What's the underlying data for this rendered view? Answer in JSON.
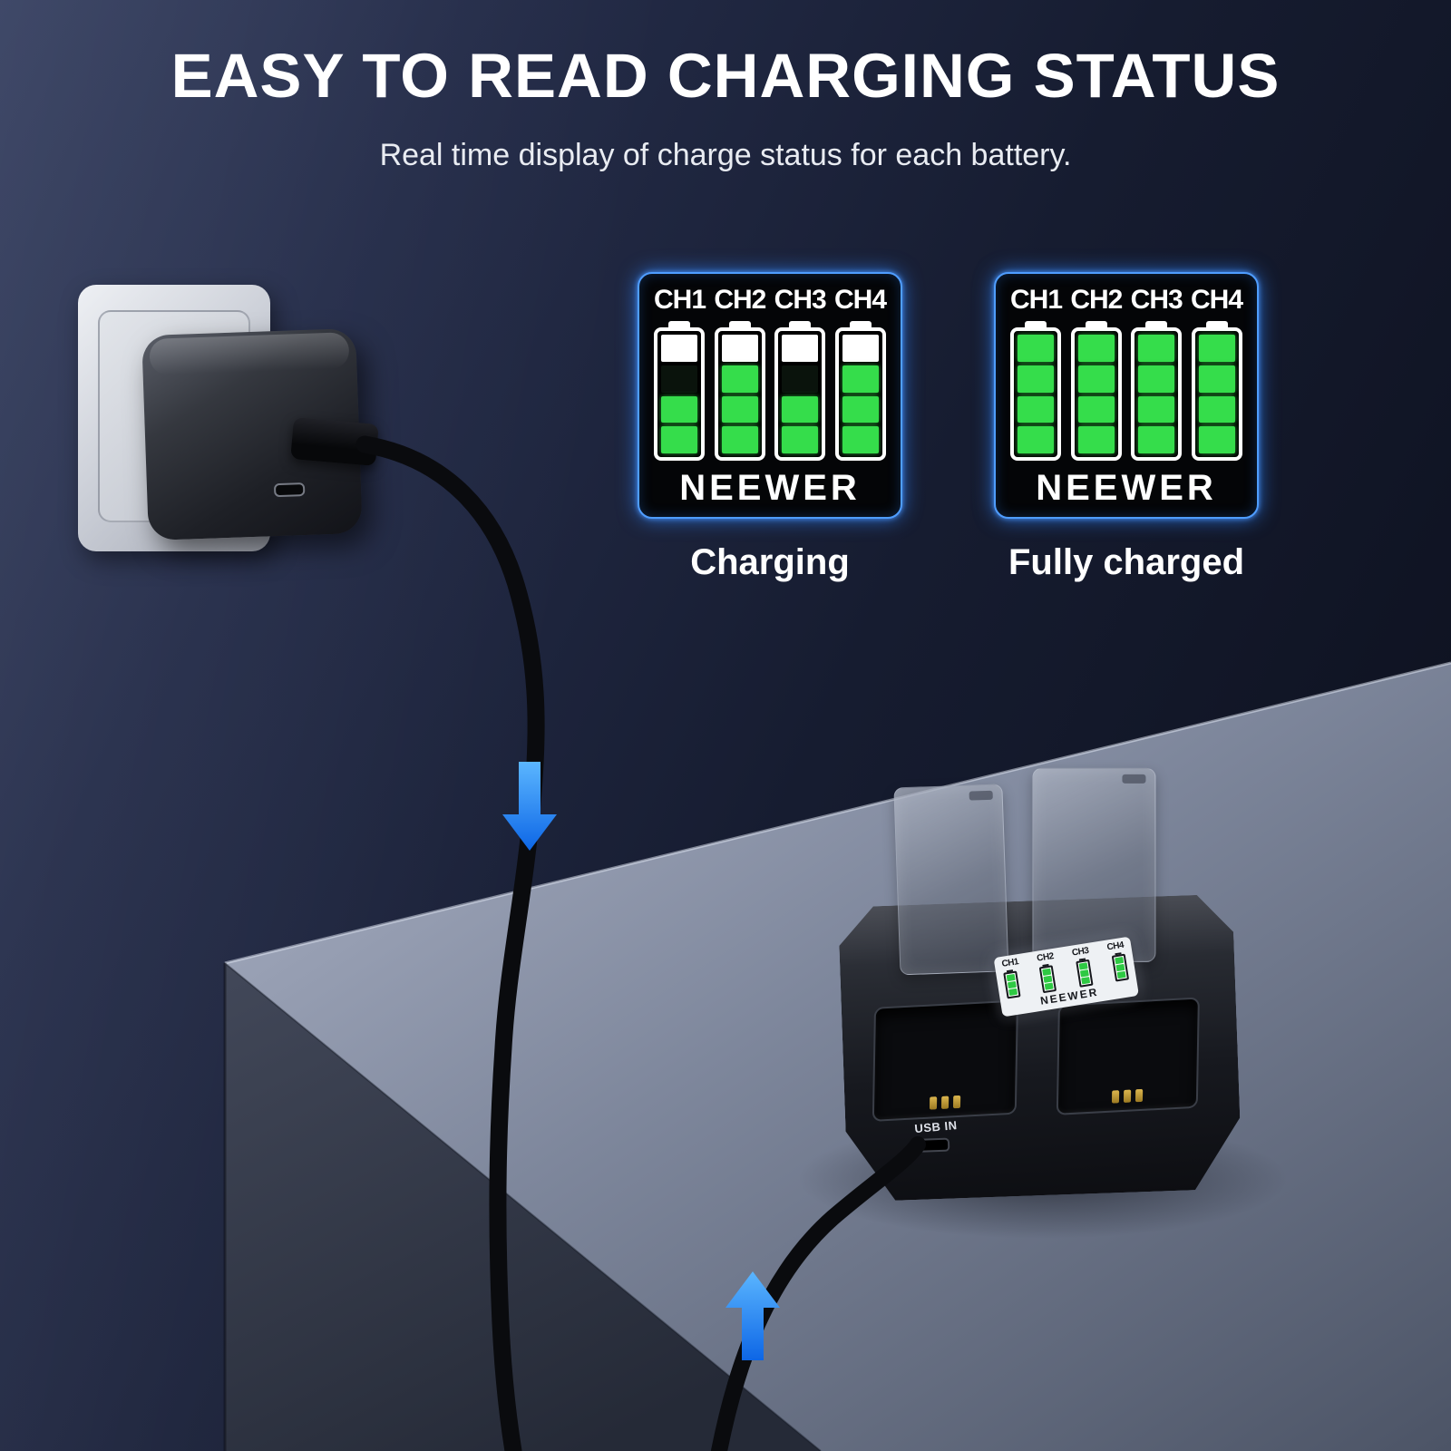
{
  "headline": "EASY TO READ CHARGING STATUS",
  "subheadline": "Real time display of charge status for each battery.",
  "status_panels": [
    {
      "caption": "Charging",
      "brand": "NEEWER",
      "channels": [
        "CH1",
        "CH2",
        "CH3",
        "CH4"
      ],
      "batteries": [
        {
          "segments": [
            "white",
            "off",
            "green",
            "green"
          ]
        },
        {
          "segments": [
            "white",
            "green",
            "green",
            "green"
          ]
        },
        {
          "segments": [
            "white",
            "off",
            "green",
            "green"
          ]
        },
        {
          "segments": [
            "white",
            "green",
            "green",
            "green"
          ]
        }
      ]
    },
    {
      "caption": "Fully charged",
      "brand": "NEEWER",
      "channels": [
        "CH1",
        "CH2",
        "CH3",
        "CH4"
      ],
      "batteries": [
        {
          "segments": [
            "green",
            "green",
            "green",
            "green"
          ]
        },
        {
          "segments": [
            "green",
            "green",
            "green",
            "green"
          ]
        },
        {
          "segments": [
            "green",
            "green",
            "green",
            "green"
          ]
        },
        {
          "segments": [
            "green",
            "green",
            "green",
            "green"
          ]
        }
      ]
    }
  ],
  "charger": {
    "usb_label": "USB IN",
    "display": {
      "brand": "NEEWER",
      "channels": [
        "CH1",
        "CH2",
        "CH3",
        "CH4"
      ],
      "batteries": [
        {
          "segments": [
            "green",
            "green",
            "green"
          ]
        },
        {
          "segments": [
            "green",
            "green",
            "green"
          ]
        },
        {
          "segments": [
            "green",
            "green",
            "green"
          ]
        },
        {
          "segments": [
            "green",
            "green",
            "green"
          ]
        }
      ]
    }
  },
  "colors": {
    "panel_glow_blue": "#3f8dff",
    "battery_green": "#35dd4b",
    "arrow_blue": "#2b8df0",
    "background_navy": "#161c2e"
  }
}
